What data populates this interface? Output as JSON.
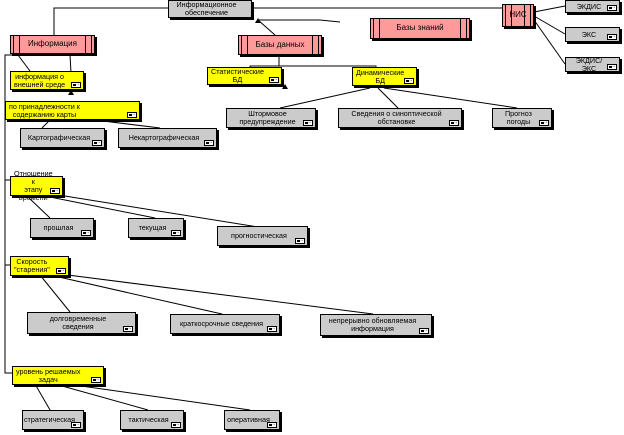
{
  "nodes": {
    "info_support": "Информационное\nобеспечение",
    "nis": "НИС",
    "kb": "Базы знаний",
    "info": "Информация",
    "db": "Базы данных",
    "static_db": "Статистические\nБД",
    "dynamic_db": "Динамические\nБД",
    "storm": "Штормовое\nпредупреждение",
    "synoptic": "Сведения о синоптической\nобстановке",
    "forecast": "Прогноз\nпогоды",
    "ext_env": "информация о\nвнешней среде",
    "by_content": "по принадлежности к\nсодержанию карты",
    "carto": "Картографическая",
    "noncarto": "Некартографическая",
    "time_rel": "Отношение к\nэтапу времени",
    "past": "прошлая",
    "current": "текущая",
    "prognostic": "прогностическая",
    "aging": "Скорость\n\"старения\"",
    "long_term": "долговременные\nсведения",
    "short_term": "краткосрочные сведения",
    "continuous": "непрерывно обновляемая\nинформация",
    "task_level": "уровень решаемых\nзадач",
    "strategic": "стратегическая",
    "tactical": "тактическая",
    "operational": "оперативная",
    "ekdis": "ЭКДИС",
    "eks": "ЭКС",
    "ekdis_eks": "ЭКДИС/ЭКС"
  },
  "colors": {
    "gray_node": "#cbcbcb",
    "yellow_node": "#ffff00",
    "pink_node": "#ff9a9a",
    "line": "#000000"
  }
}
